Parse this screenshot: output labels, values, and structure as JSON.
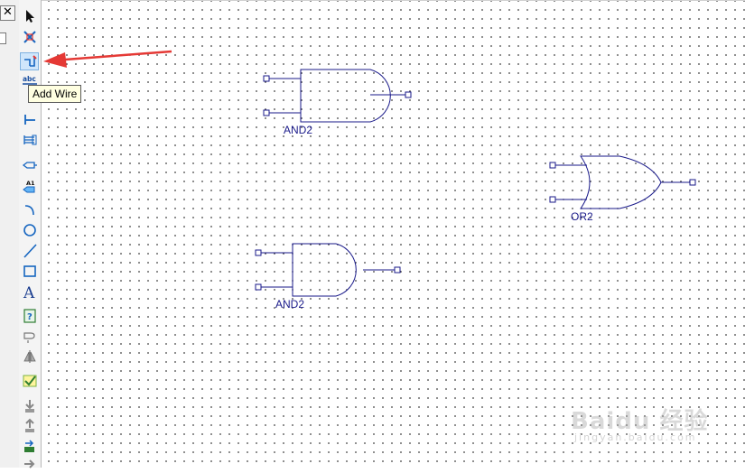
{
  "window": {
    "close_glyph": "✕"
  },
  "toolbar": {
    "tools": [
      {
        "name": "select-pointer-tool",
        "icon": "arrow-pointer-icon"
      },
      {
        "name": "zoom-to-fit-tool",
        "icon": "zoom-fit-icon"
      },
      {
        "name": "add-wire-tool",
        "icon": "wire-icon",
        "active": true
      },
      {
        "name": "add-net-name-tool",
        "icon": "net-name-abc-icon",
        "text": "abc"
      },
      {
        "name": "add-bus-entry-tool",
        "icon": "bus-entry-icon"
      },
      {
        "name": "add-bus-tool",
        "icon": "bus-icon"
      },
      {
        "name": "add-io-marker-tool",
        "icon": "io-marker-icon"
      },
      {
        "name": "add-symbol-pin-tool",
        "icon": "pin-a1-icon",
        "text": "A1"
      },
      {
        "name": "add-arc-tool",
        "icon": "arc-icon"
      },
      {
        "name": "add-circle-tool",
        "icon": "circle-icon"
      },
      {
        "name": "add-line-tool",
        "icon": "line-icon"
      },
      {
        "name": "add-rectangle-tool",
        "icon": "rectangle-icon"
      },
      {
        "name": "add-text-tool",
        "icon": "text-a-icon",
        "text": "A"
      },
      {
        "name": "symbol-info-tool",
        "icon": "question-doc-icon"
      },
      {
        "name": "push-into-symbol-tool",
        "icon": "push-symbol-icon"
      },
      {
        "name": "mirror-tool",
        "icon": "mirror-icon"
      },
      {
        "name": "check-schematic-tool",
        "icon": "check-icon"
      },
      {
        "name": "down-hierarchy-tool",
        "icon": "down-arrow-icon"
      },
      {
        "name": "up-hierarchy-tool",
        "icon": "up-arrow-icon"
      },
      {
        "name": "export-tool",
        "icon": "export-icon"
      },
      {
        "name": "next-tool",
        "icon": "right-arrow-icon"
      }
    ]
  },
  "tooltip": {
    "text": "Add Wire"
  },
  "schematic": {
    "gates": [
      {
        "type": "and",
        "label": "AND2"
      },
      {
        "type": "or",
        "label": "OR2"
      },
      {
        "type": "and",
        "label": "AND2"
      }
    ]
  },
  "annotation": {
    "arrow_color": "#e53935",
    "points_to": "add-wire-tool"
  },
  "watermark": {
    "text": "Baidu 经验",
    "sub": "jingyan.baidu.com"
  },
  "colors": {
    "gate_stroke": "#1a1a8a",
    "tooltip_bg": "#ffffe1",
    "active_tool": "#cfe6fb"
  }
}
